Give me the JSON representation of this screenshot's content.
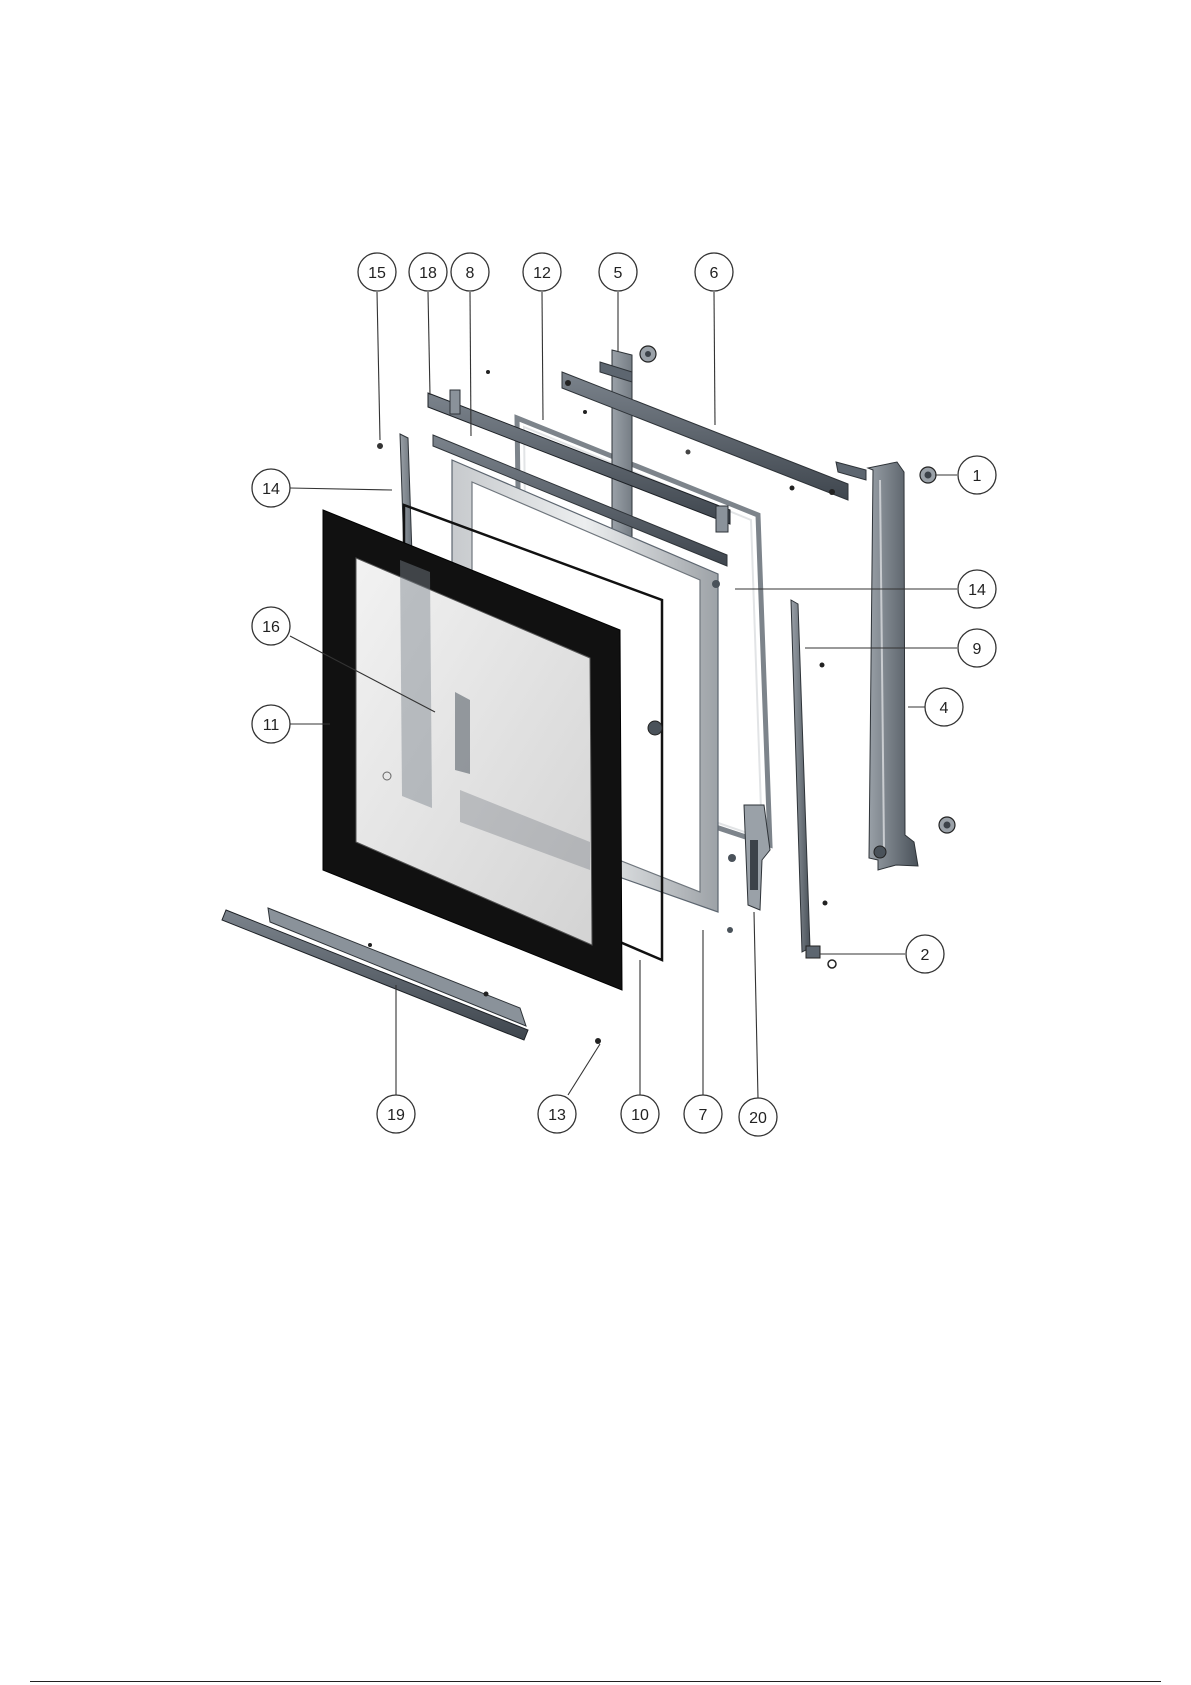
{
  "diagram": {
    "callouts": [
      {
        "id": "15",
        "label": "15"
      },
      {
        "id": "18",
        "label": "18"
      },
      {
        "id": "8",
        "label": "8"
      },
      {
        "id": "12",
        "label": "12"
      },
      {
        "id": "5",
        "label": "5"
      },
      {
        "id": "6",
        "label": "6"
      },
      {
        "id": "1",
        "label": "1"
      },
      {
        "id": "14a",
        "label": "14"
      },
      {
        "id": "14b",
        "label": "14"
      },
      {
        "id": "9",
        "label": "9"
      },
      {
        "id": "16",
        "label": "16"
      },
      {
        "id": "4",
        "label": "4"
      },
      {
        "id": "11",
        "label": "11"
      },
      {
        "id": "2",
        "label": "2"
      },
      {
        "id": "19",
        "label": "19"
      },
      {
        "id": "13",
        "label": "13"
      },
      {
        "id": "10",
        "label": "10"
      },
      {
        "id": "7",
        "label": "7"
      },
      {
        "id": "20",
        "label": "20"
      }
    ],
    "colors": {
      "glass_frame": "#111111",
      "glass_pane": "#e4e4e4",
      "metal_dark": "#5d6670",
      "metal_mid": "#8a929a",
      "metal_light": "#c9ccd0",
      "line": "#333333"
    }
  }
}
